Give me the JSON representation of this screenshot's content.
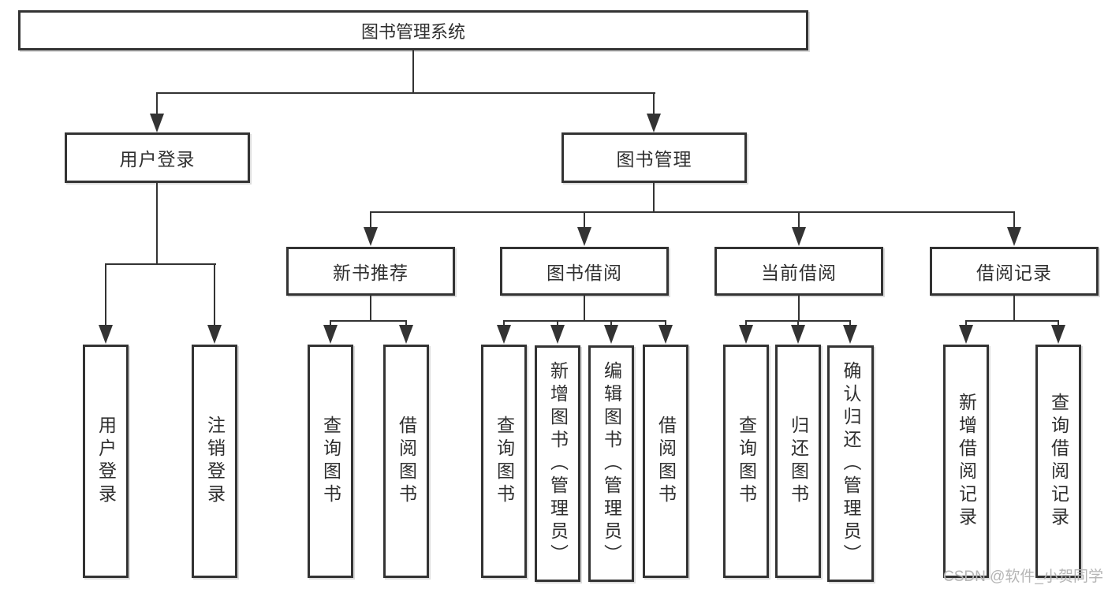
{
  "tree": {
    "root": {
      "label": "图书管理系统"
    },
    "login": {
      "label": "用户登录",
      "children": [
        {
          "label": "用户登录"
        },
        {
          "label": "注销登录"
        }
      ]
    },
    "management": {
      "label": "图书管理",
      "groups": [
        {
          "label": "新书推荐",
          "children": [
            {
              "label": "查询图书"
            },
            {
              "label": "借阅图书"
            }
          ]
        },
        {
          "label": "图书借阅",
          "children": [
            {
              "label": "查询图书"
            },
            {
              "label": "新增图书（管理员）"
            },
            {
              "label": "编辑图书（管理员）"
            },
            {
              "label": "借阅图书"
            }
          ]
        },
        {
          "label": "当前借阅",
          "children": [
            {
              "label": "查询图书"
            },
            {
              "label": "归还图书"
            },
            {
              "label": "确认归还（管理员）"
            }
          ]
        },
        {
          "label": "借阅记录",
          "children": [
            {
              "label": "新增借阅记录"
            },
            {
              "label": "查询借阅记录"
            }
          ]
        }
      ]
    }
  },
  "watermark": "CSDN @软件_小贺同学",
  "colors": {
    "line": "#333333",
    "text": "#2f2f2f",
    "background": "#ffffff",
    "watermark": "#b5b5b5"
  }
}
